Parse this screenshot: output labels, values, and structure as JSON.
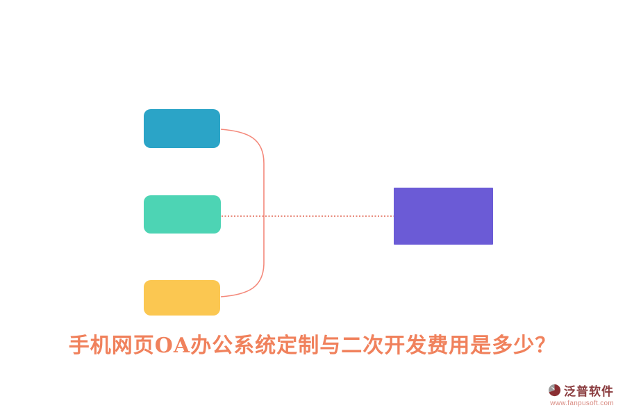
{
  "title": {
    "text": "手机网页OA办公系统定制与二次开发费用是多少？",
    "color": "#F0815C"
  },
  "diagram": {
    "connector_color": "#F4897B",
    "dotted_color": "#E0624E",
    "boxes": {
      "top": {
        "color": "#2BA4C7"
      },
      "middle": {
        "color": "#4DD4B4"
      },
      "bottom": {
        "color": "#FBC751"
      },
      "result": {
        "color": "#6B5BD6"
      }
    }
  },
  "logo": {
    "name": "泛普软件",
    "url": "www.fanpusoft.com",
    "name_color": "#8A3C3F",
    "url_color": "#D98B82",
    "icon_primary_color": "#8A2F33",
    "icon_secondary_color": "#9B9B9B"
  }
}
